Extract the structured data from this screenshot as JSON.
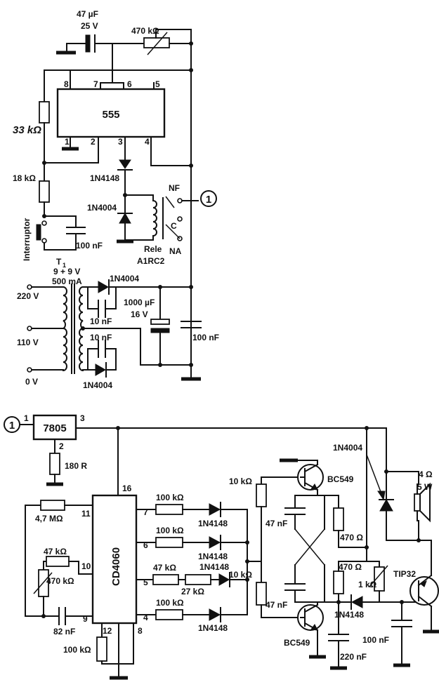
{
  "top": {
    "c_timing": "47 µF",
    "c_timing_v": "25 V",
    "pot_timer": "470 kΩ",
    "ic_555": "555",
    "pins_555": [
      "8",
      "7",
      "6",
      "5",
      "1",
      "2",
      "3",
      "4"
    ],
    "r_33k": "33 kΩ",
    "r_18k": "18 kΩ",
    "d_1n4148": "1N4148",
    "d_1n4004_relay": "1N4004",
    "switch_label": "Interruptor",
    "c_100n_switch": "100 nF",
    "relay_nf": "NF",
    "relay_c": "C",
    "relay_na": "NA",
    "relay_name": "Rele",
    "relay_model": "A1RC2",
    "node_marker": "1",
    "transformer_name": "T",
    "transformer_sub": "1",
    "transformer_v": "9 + 9 V",
    "transformer_ma": "500 mA",
    "mains_220": "220 V",
    "mains_110": "110 V",
    "mains_0": "0 V",
    "d_rect_top": "1N4004",
    "d_rect_bottom": "1N4004",
    "c_10n_a": "10 nF",
    "c_10n_b": "10 nF",
    "c_filter": "1000 µF",
    "c_filter_v": "16 V",
    "c_100n_supply": "100 nF"
  },
  "bottom": {
    "node_marker": "1",
    "reg_name": "7805",
    "reg_pins": [
      "1",
      "2",
      "3"
    ],
    "r_180": "180 R",
    "ic_4060": "CD4060",
    "pins_4060": [
      "16",
      "11",
      "10",
      "9",
      "12",
      "8",
      "7",
      "6",
      "5",
      "4"
    ],
    "r_4m7": "4,7 MΩ",
    "r_47k": "47 kΩ",
    "pot_470k": "470 kΩ",
    "c_82n": "82 nF",
    "r_100k_pin12": "100 kΩ",
    "out_resistors": [
      "100 kΩ",
      "100 kΩ",
      "47 kΩ",
      "100 kΩ"
    ],
    "r_27k": "27 kΩ",
    "out_diodes": [
      "1N4148",
      "1N4148",
      "1N4148",
      "1N4148"
    ],
    "r_10k_a": "10 kΩ",
    "r_10k_b": "10 kΩ",
    "c_47n_a": "47 nF",
    "c_47n_b": "47 nF",
    "q_top": "BC549",
    "q_bottom": "BC549",
    "r_470_a": "470 Ω",
    "r_470_b": "470 Ω",
    "pot_1k": "1 kΩ",
    "d_1n4148_osc": "1N4148",
    "c_220n": "220 nF",
    "c_100n_out": "100 nF",
    "d_1n4004": "1N4004",
    "speaker_ohm": "4 Ω",
    "speaker_w": "5 W",
    "q_out": "TIP32"
  }
}
